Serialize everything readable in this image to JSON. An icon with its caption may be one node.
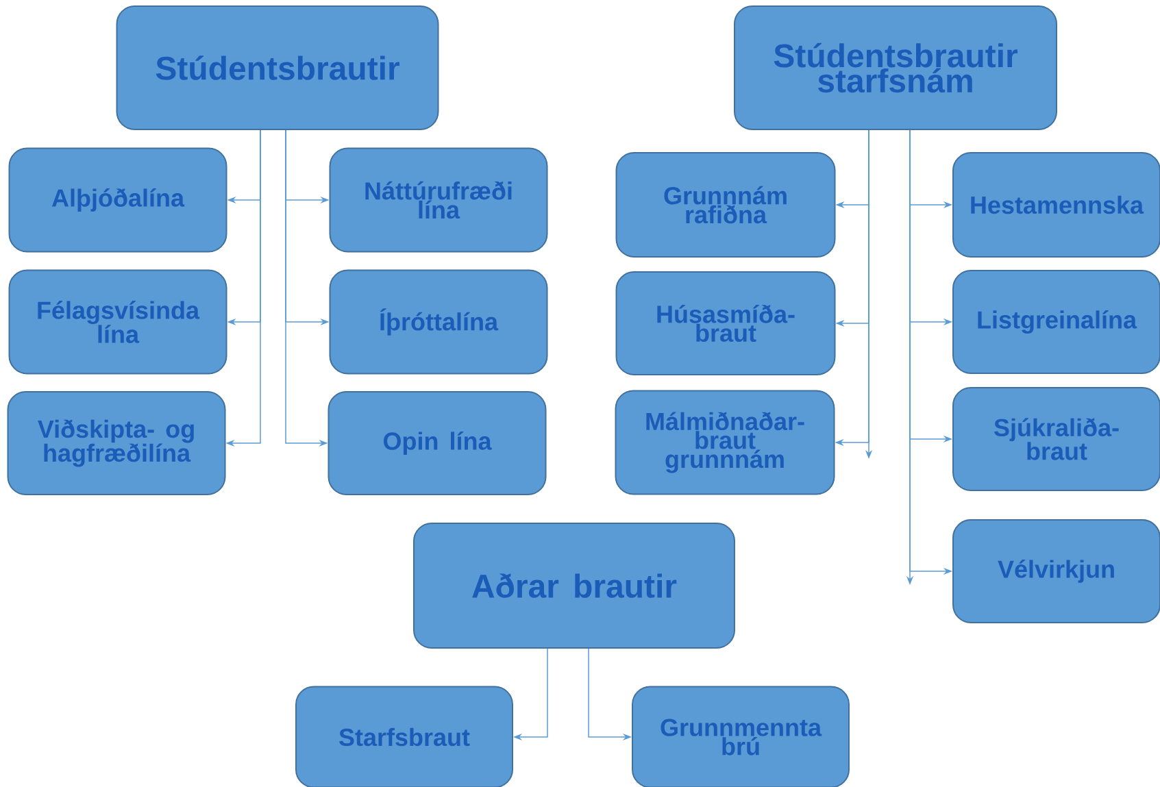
{
  "diagram": {
    "nodes": [
      {
        "text": [
          "Stúdentsbrautir"
        ]
      },
      {
        "text": [
          "Alþjóðalína"
        ]
      },
      {
        "text": [
          "Náttúrufræði lína"
        ]
      },
      {
        "text": [
          "Félagsvísinda lína"
        ]
      },
      {
        "text": [
          "Íþróttalína"
        ]
      },
      {
        "text": [
          "Viðskipta- og hagfræðilína"
        ]
      },
      {
        "text": [
          "Opin lína"
        ]
      },
      {
        "text": [
          "Stúdentsbrautir starfsnám"
        ]
      },
      {
        "text": [
          "Grunnnám rafiðna"
        ]
      },
      {
        "text": [
          "Hestamennska"
        ]
      },
      {
        "text": [
          "Húsasmíða- braut"
        ]
      },
      {
        "text": [
          "Listgreinalína"
        ]
      },
      {
        "text": [
          "Málmiðnaðar- braut grunnnám"
        ]
      },
      {
        "text": [
          "Sjúkraliða- braut"
        ]
      },
      {
        "text": [
          "Vélvirkjun"
        ]
      },
      {
        "text": [
          "Aðrar brautir"
        ]
      },
      {
        "text": [
          "Starfsbraut"
        ]
      },
      {
        "text": [
          "Grunnmennta brú"
        ]
      }
    ],
    "edges": [
      {
        "from": 0,
        "to": 1,
        "arrow": "to"
      },
      {
        "from": 0,
        "to": 3,
        "arrow": "to"
      },
      {
        "from": 0,
        "to": 5,
        "arrow": "to"
      },
      {
        "from": 0,
        "to": 2,
        "arrow": "to"
      },
      {
        "from": 0,
        "to": 4,
        "arrow": "to"
      },
      {
        "from": 0,
        "to": 6,
        "arrow": "to"
      },
      {
        "from": 7,
        "to": 8,
        "arrow": "to"
      },
      {
        "from": 7,
        "to": 10,
        "arrow": "to"
      },
      {
        "from": 7,
        "to": 12,
        "arrow": "to"
      },
      {
        "from": 7,
        "to": null,
        "arrow": "to"
      },
      {
        "from": 7,
        "to": 9,
        "arrow": "to"
      },
      {
        "from": 7,
        "to": 11,
        "arrow": "to"
      },
      {
        "from": 7,
        "to": 13,
        "arrow": "to"
      },
      {
        "from": 7,
        "to": 14,
        "arrow": "to"
      },
      {
        "from": 7,
        "to": null,
        "arrow": "to"
      },
      {
        "from": 15,
        "to": 16,
        "arrow": "to"
      },
      {
        "from": 15,
        "to": 17,
        "arrow": "to"
      }
    ]
  }
}
